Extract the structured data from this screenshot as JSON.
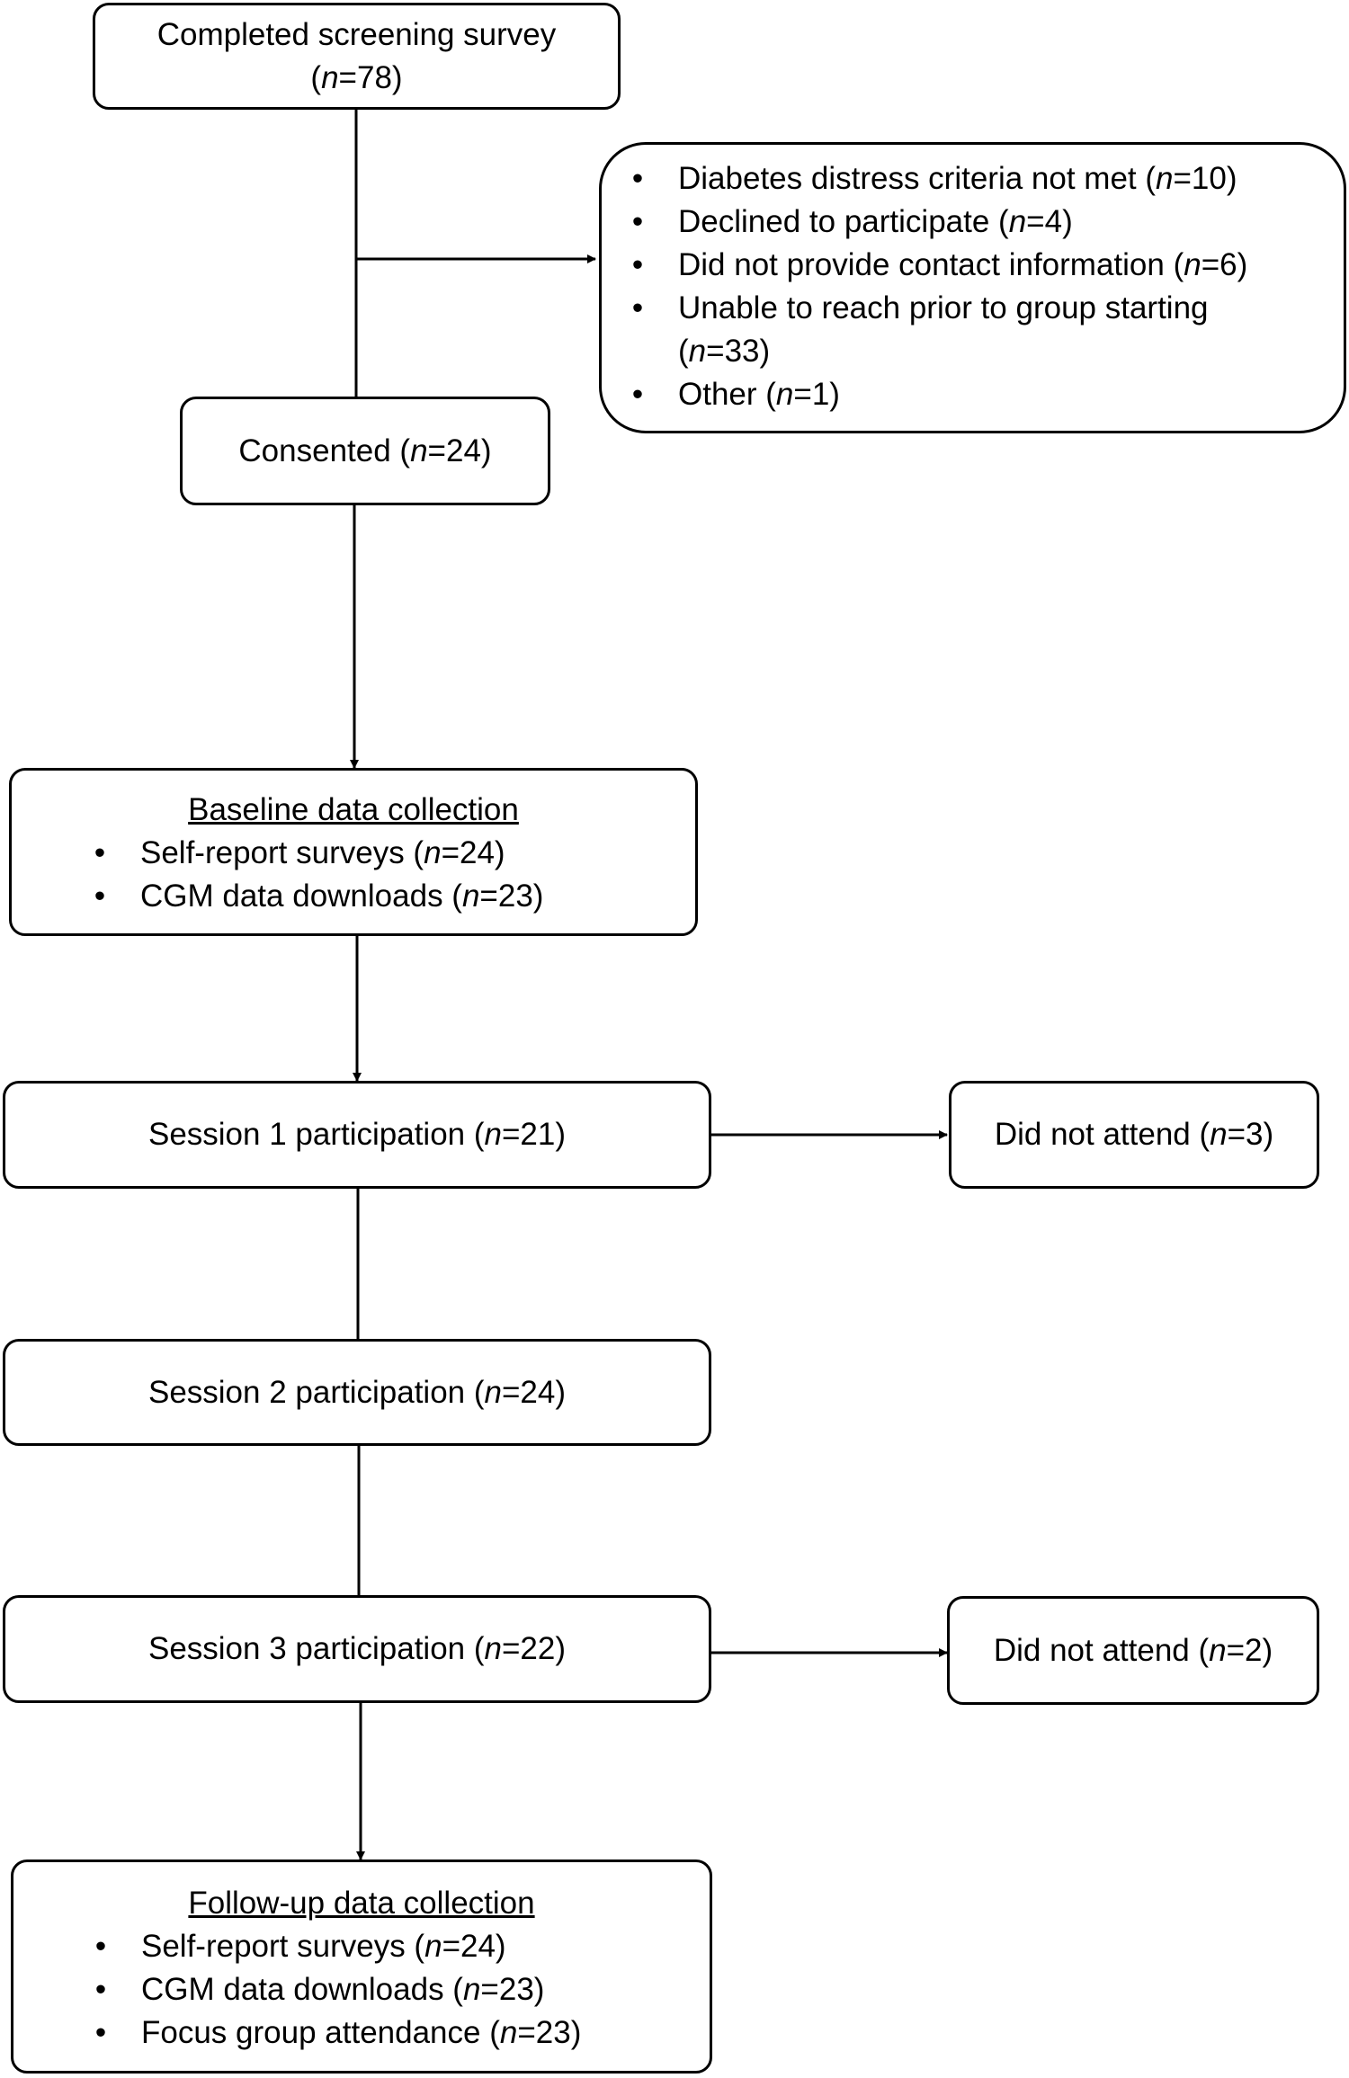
{
  "nodes": {
    "screening": {
      "line1": "Completed screening survey",
      "pre": "(",
      "n": "n",
      "post": "=78)"
    },
    "exclusions": {
      "items": [
        {
          "pre": "Diabetes distress criteria not met  (",
          "n": "n",
          "post": "=10)"
        },
        {
          "pre": "Declined to participate (",
          "n": "n",
          "post": "=4)"
        },
        {
          "pre": "Did not provide contact information (",
          "n": "n",
          "post": "=6)"
        },
        {
          "pre": "Unable to reach prior to group starting",
          "cont_pre": "(",
          "n": "n",
          "post": "=33)"
        },
        {
          "pre": "Other (",
          "n": "n",
          "post": "=1)"
        }
      ]
    },
    "consented": {
      "pre": "Consented (",
      "n": "n",
      "post": "=24)"
    },
    "baseline": {
      "heading": "Baseline data collection",
      "items": [
        {
          "pre": "Self-report surveys (",
          "n": "n",
          "post": "=24)"
        },
        {
          "pre": "CGM data downloads (",
          "n": "n",
          "post": "=23)"
        }
      ]
    },
    "session1": {
      "pre": "Session 1 participation (",
      "n": "n",
      "post": "=21)"
    },
    "dna1": {
      "pre": "Did not attend (",
      "n": "n",
      "post": "=3)"
    },
    "session2": {
      "pre": "Session 2 participation (",
      "n": "n",
      "post": "=24)"
    },
    "session3": {
      "pre": "Session 3 participation (",
      "n": "n",
      "post": "=22)"
    },
    "dna3": {
      "pre": "Did not attend (",
      "n": "n",
      "post": "=2)"
    },
    "followup": {
      "heading": "Follow-up data collection",
      "items": [
        {
          "pre": "Self-report surveys (",
          "n": "n",
          "post": "=24)"
        },
        {
          "pre": "CGM data downloads (",
          "n": "n",
          "post": "=23)"
        },
        {
          "pre": "Focus group attendance (",
          "n": "n",
          "post": "=23)"
        }
      ]
    }
  }
}
